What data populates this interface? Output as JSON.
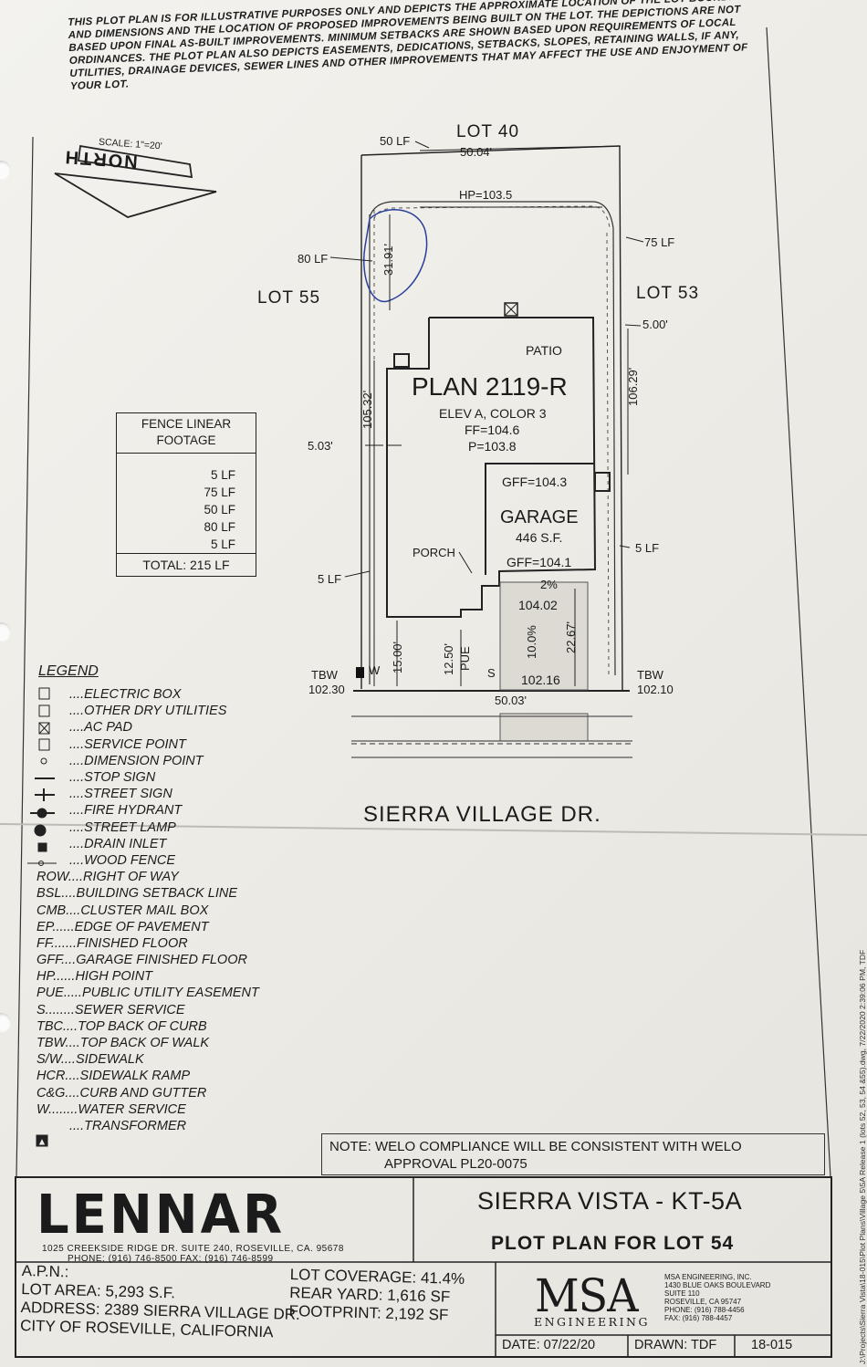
{
  "disclaimer": "THIS PLOT PLAN IS FOR ILLUSTRATIVE PURPOSES ONLY AND DEPICTS THE APPROXIMATE LOCATION OF THE LOT BOUNDARIES AND DIMENSIONS AND THE LOCATION OF PROPOSED IMPROVEMENTS BEING BUILT ON THE LOT. THE DEPICTIONS ARE NOT BASED UPON FINAL AS-BUILT IMPROVEMENTS. MINIMUM SETBACKS ARE SHOWN BASED UPON REQUIREMENTS OF LOCAL ORDINANCES. THE PLOT PLAN ALSO DEPICTS EASEMENTS, DEDICATIONS, SETBACKS, SLOPES, RETAINING WALLS, IF ANY, UTILITIES, DRAINAGE DEVICES, SEWER LINES AND OTHER IMPROVEMENTS THAT MAY AFFECT THE USE AND ENJOYMENT OF YOUR LOT.",
  "drawing": {
    "scale": "SCALE: 1\"=20'",
    "north": "NORTH",
    "lot_north": "LOT 40",
    "lot_west": "LOT 55",
    "lot_east": "LOT 53",
    "fence_labels": [
      "50 LF",
      "80 LF",
      "75 LF",
      "5 LF",
      "5 LF"
    ],
    "high_point": "HP=103.5",
    "dims": {
      "north_width": "50.04'",
      "rear_depth": "31.91'",
      "west_depth": "105.32'",
      "east_depth": "106.29'",
      "east_setback": "5.00'",
      "west_setback": "5.03'",
      "front_setback": "15.00'",
      "pue_width": "12.50'",
      "pue_label": "PUE",
      "front_width": "50.03'"
    },
    "house": {
      "patio": "PATIO",
      "plan": "PLAN 2119-R",
      "elevation": "ELEV A, COLOR 3",
      "ff": "FF=104.6",
      "pad": "P=103.8",
      "gff_top": "GFF=104.3",
      "garage": "GARAGE",
      "garage_area": "446 S.F.",
      "gff_bottom": "GFF=104.1",
      "porch": "PORCH"
    },
    "drive": {
      "slope_top": "2%",
      "elev": "104.02",
      "grade": "10.0%",
      "length": "22.67'",
      "curb_elev": "102.16"
    },
    "markers": {
      "sewer": "S",
      "water": "W"
    },
    "tbw_west": {
      "label": "TBW",
      "elev": "102.30"
    },
    "tbw_east": {
      "label": "TBW",
      "elev": "102.10"
    },
    "street": "SIERRA VILLAGE DR."
  },
  "fence_table": {
    "title1": "FENCE LINEAR",
    "title2": "FOOTAGE",
    "rows": [
      "5 LF",
      "75 LF",
      "50 LF",
      "80 LF",
      "5 LF"
    ],
    "total": "TOTAL:  215 LF"
  },
  "legend": {
    "title": "LEGEND",
    "items": [
      "....ELECTRIC BOX",
      "....OTHER DRY UTILITIES",
      "....AC PAD",
      "....SERVICE POINT",
      "....DIMENSION POINT",
      "....STOP SIGN",
      "....STREET SIGN",
      "....FIRE HYDRANT",
      "....STREET LAMP",
      "....DRAIN INLET",
      "....WOOD FENCE",
      "ROW....RIGHT OF WAY",
      "BSL....BUILDING SETBACK LINE",
      "CMB....CLUSTER MAIL BOX",
      "EP......EDGE OF PAVEMENT",
      "FF.......FINISHED FLOOR",
      "GFF....GARAGE FINISHED FLOOR",
      "HP......HIGH POINT",
      "PUE.....PUBLIC UTILITY EASEMENT",
      "S........SEWER SERVICE",
      "TBC....TOP BACK OF CURB",
      "TBW....TOP BACK OF WALK",
      "S/W....SIDEWALK",
      "HCR....SIDEWALK RAMP",
      "C&G....CURB AND GUTTER",
      "W........WATER SERVICE",
      "....TRANSFORMER"
    ]
  },
  "note": {
    "line1": "NOTE:  WELO COMPLIANCE WILL BE CONSISTENT WITH WELO",
    "line2": "APPROVAL PL20-0075"
  },
  "title_block": {
    "company": "LENNAR",
    "address1": "1025 CREEKSIDE RIDGE DR. SUITE 240, ROSEVILLE, CA. 95678",
    "address2": "PHONE:   (916) 746-8500  FAX: (916) 746-8599",
    "project": "SIERRA VISTA - KT-5A",
    "sheet_title": "PLOT PLAN FOR LOT 54",
    "engineer_logo": "MSA",
    "engineer_sub": "ENGINEERING",
    "engineer_lines": [
      "MSA ENGINEERING, INC.",
      "1430 BLUE OAKS BOULEVARD",
      "SUITE 110",
      "ROSEVILLE, CA 95747",
      "PHONE: (916) 788-4456",
      "FAX: (916) 788-4457"
    ],
    "date": "DATE: 07/22/20",
    "drawn": "DRAWN: TDF",
    "job": "18-015"
  },
  "lot_info": {
    "apn": "A.P.N.:",
    "area": "LOT AREA: 5,293 S.F.",
    "address": "ADDRESS: 2389 SIERRA VILLAGE DR.",
    "city": "CITY OF ROSEVILLE, CALIFORNIA",
    "coverage": "LOT COVERAGE: 41.4%",
    "rear_yard": "REAR YARD: 1,616 SF",
    "footprint": "FOOTPRINT: 2,192 SF"
  },
  "file_path": "J:\\Projects\\Sierra Vista\\18-015\\Plot Plans\\Village 5\\5A Release 1 (lots 52, 53, 54 &55).dwg, 7/22/2020 2:39:06 PM, TDF"
}
